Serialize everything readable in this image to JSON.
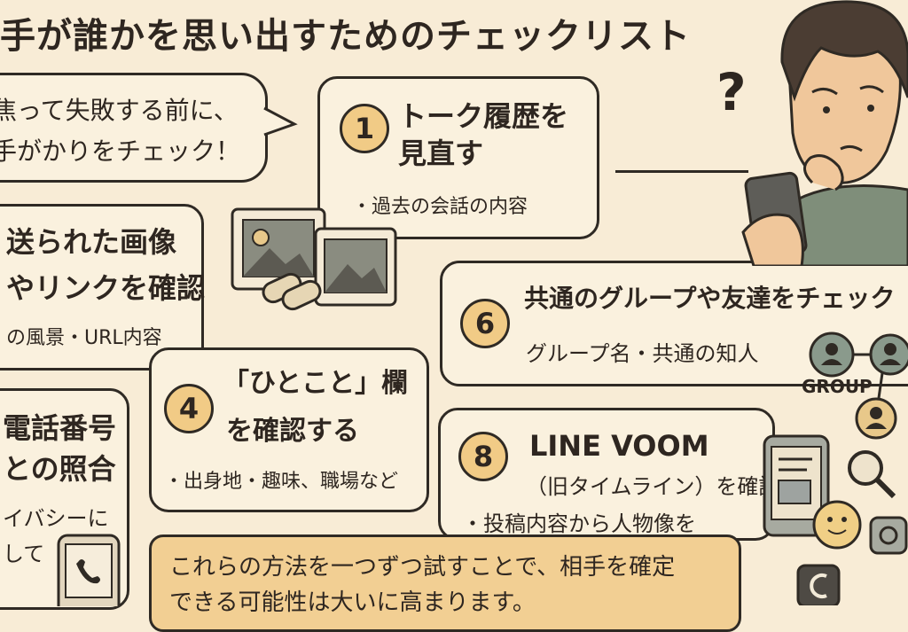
{
  "title": "手が誰かを思い出すためのチェックリスト",
  "intro": {
    "line1": "焦って失敗する前に、",
    "line2": "手がかりをチェック！"
  },
  "step1": {
    "number": "1",
    "heading1": "トーク履歴を",
    "heading2": "見直す",
    "detail": "・過去の会話の内容"
  },
  "images_card": {
    "line1": "送られた画像",
    "line2": "やリンクを確認",
    "line3": "の風景・URL内容"
  },
  "step4": {
    "number": "4",
    "heading1": "「ひとこと」欄",
    "heading2": "を確認する",
    "detail": "・出身地・趣味、職場など"
  },
  "phone_card": {
    "line1": "電話番号",
    "line2": "との照合",
    "line3": "イバシーに",
    "line4": "して"
  },
  "step6": {
    "number": "6",
    "heading": "共通のグループや友達をチェック",
    "detail": "グループ名・共通の知人"
  },
  "step8": {
    "number": "8",
    "heading": "LINE VOOM",
    "sub": "（旧タイムライン）を確認",
    "detail": "・投稿内容から人物像を"
  },
  "group_label": "GROUP",
  "question_mark": "?",
  "footer": {
    "line1": "これらの方法を一つずつ試すことで、相手を確定",
    "line2": "できる可能性は大いに高まります。"
  },
  "colors": {
    "background": "#f8ecd6",
    "number_fill": "#f1cb86",
    "note_fill": "#f2cf93",
    "ink": "#2f2a24"
  }
}
